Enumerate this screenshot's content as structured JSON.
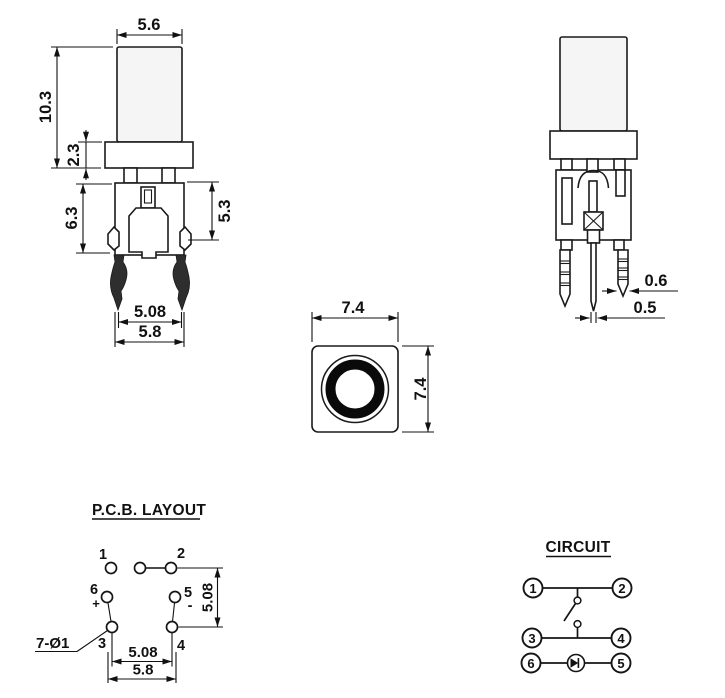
{
  "drawing": {
    "front": {
      "cap_width": "5.6",
      "total_height": "10.3",
      "flange_height": "2.3",
      "body_height_left": "6.3",
      "body_height_right": "5.3",
      "pin_pitch": "5.08",
      "body_width": "5.8"
    },
    "side": {
      "pin_width": "0.6",
      "center_pin_width": "0.5"
    },
    "top": {
      "width": "7.4",
      "height": "7.4"
    },
    "pcb": {
      "title": "P.C.B. LAYOUT",
      "hole_note": "7-Ø1",
      "plus": "+",
      "minus": "-",
      "pins": [
        "1",
        "2",
        "3",
        "4",
        "5",
        "6"
      ],
      "pitch_h": "5.08",
      "pitch_v": "5.08",
      "body_width": "5.8"
    },
    "circuit": {
      "title": "CIRCUIT",
      "terminals": [
        "1",
        "2",
        "3",
        "4",
        "5",
        "6"
      ]
    }
  }
}
